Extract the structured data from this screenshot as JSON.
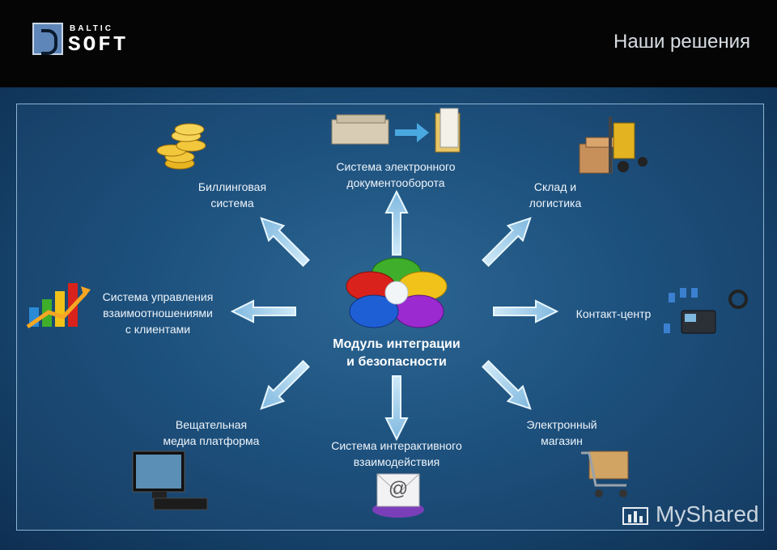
{
  "header": {
    "logo_top": "BALTIC",
    "logo_bottom": "SOFT",
    "title": "Наши решения"
  },
  "center": {
    "line1": "Модуль интеграции",
    "line2": "и безопасности"
  },
  "nodes": {
    "billing": {
      "line1": "Биллинговая",
      "line2": "система"
    },
    "edo": {
      "line1": "Система электронного",
      "line2": "документооборота"
    },
    "warehouse": {
      "line1": "Склад и",
      "line2": "логистика"
    },
    "crm": {
      "line1": "Система управления",
      "line2": "взаимоотношениями",
      "line3": "с клиентами"
    },
    "contact": {
      "line1": "Контакт-центр"
    },
    "broadcast": {
      "line1": "Вещательная",
      "line2": "медиа платформа"
    },
    "interactive": {
      "line1": "Система интерактивного",
      "line2": "взаимодействия"
    },
    "shop": {
      "line1": "Электронный",
      "line2": "магазин"
    }
  },
  "watermark": {
    "text": "MyShared"
  },
  "colors": {
    "puzzle_red": "#d9221c",
    "puzzle_green": "#3fae2a",
    "puzzle_yellow": "#f0c21a",
    "puzzle_blue": "#1f5fd6",
    "puzzle_purple": "#9b2ad0",
    "arrow_fill": "#9fd0ee"
  }
}
